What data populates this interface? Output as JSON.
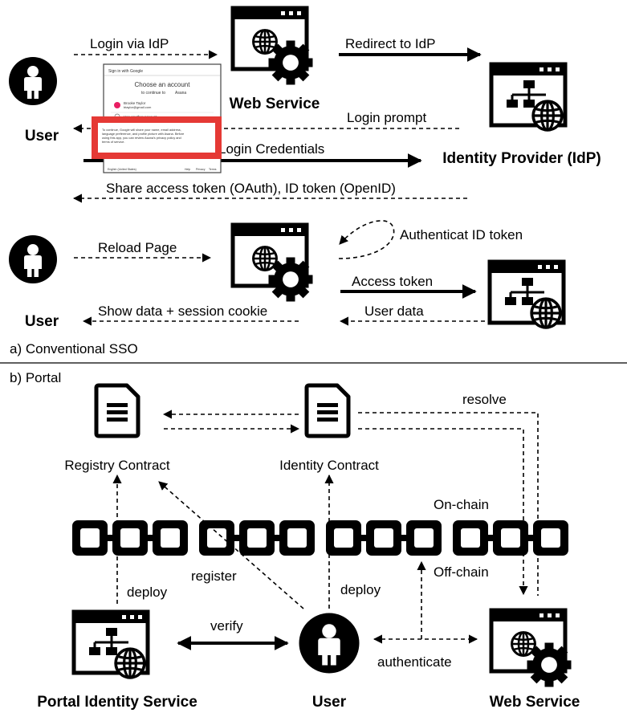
{
  "conventional": {
    "caption": "a) Conventional SSO",
    "user_label": "User",
    "user_label_2": "User",
    "web_service_label": "Web Service",
    "idp_label": "Identity Provider (IdP)",
    "edges": {
      "login_via_idp": "Login via IdP",
      "redirect_to_idp": "Redirect to IdP",
      "login_prompt": "Login prompt",
      "login_credentials": "Login Credentials",
      "share_tokens": "Share access token (OAuth), ID token (OpenID)",
      "reload_page": "Reload Page",
      "authenticate_id_token": "Authenticat ID token",
      "access_token": "Access token",
      "user_data": "User data",
      "show_data": "Show data + session cookie"
    },
    "google_dialog": {
      "header": "Sign in with Google",
      "title": "Choose an account",
      "subtitle_prefix": "to continue to",
      "subtitle_app": "Asana",
      "account_name": "Brooke Taylor",
      "account_email": "btaylor@gmail.com",
      "use_another": "Use another account",
      "notice_line1": "To continue, Google will share your name, email address,",
      "notice_line2": "language preference, and profile picture with Asana. Before",
      "notice_line3": "using this app, you can review Asana's privacy policy and",
      "notice_line4": "terms of service.",
      "footer_left": "English (United States)",
      "footer_help": "Help",
      "footer_privacy": "Privacy",
      "footer_terms": "Terms"
    }
  },
  "portal": {
    "caption": "b) Portal",
    "registry_contract": "Registry Contract",
    "identity_contract": "Identity Contract",
    "on_chain": "On-chain",
    "off_chain": "Off-chain",
    "resolve": "resolve",
    "deploy_left": "deploy",
    "deploy_right": "deploy",
    "register": "register",
    "verify": "verify",
    "authenticate": "authenticate",
    "portal_identity_service": "Portal Identity Service",
    "user_label": "User",
    "web_service_label": "Web Service"
  }
}
